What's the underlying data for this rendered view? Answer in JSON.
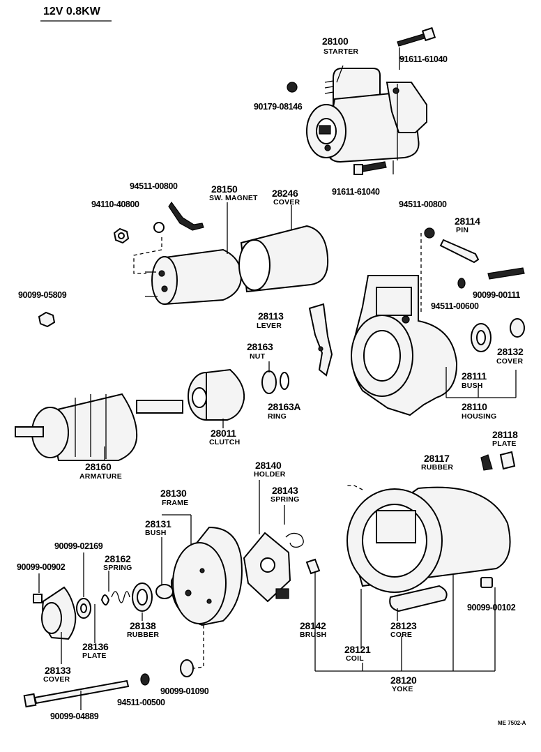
{
  "header": {
    "spec": "12V  0.8KW",
    "drawing_code": "ME 7502-A"
  },
  "parts": [
    {
      "id": "starter",
      "number": "28100",
      "name": "STARTER"
    },
    {
      "id": "bolt-top",
      "number": "91611-61040",
      "name": ""
    },
    {
      "id": "nut-90179",
      "number": "90179-08146",
      "name": ""
    },
    {
      "id": "bolt-bot",
      "number": "91611-61040",
      "name": ""
    },
    {
      "id": "washer-94511a",
      "number": "94511-00800",
      "name": ""
    },
    {
      "id": "magnet",
      "number": "28150",
      "name": "SW. MAGNET"
    },
    {
      "id": "cover-28246",
      "number": "28246",
      "name": "COVER"
    },
    {
      "id": "nut-94110",
      "number": "94110-40800",
      "name": ""
    },
    {
      "id": "washer-94511b",
      "number": "94511-00800",
      "name": ""
    },
    {
      "id": "pin",
      "number": "28114",
      "name": "PIN"
    },
    {
      "id": "nut-90099a",
      "number": "90099-05809",
      "name": ""
    },
    {
      "id": "bolt-90099",
      "number": "90099-00111",
      "name": ""
    },
    {
      "id": "washer-94511c",
      "number": "94511-00600",
      "name": ""
    },
    {
      "id": "lever",
      "number": "28113",
      "name": "LEVER"
    },
    {
      "id": "nut-28163",
      "number": "28163",
      "name": "NUT"
    },
    {
      "id": "ring",
      "number": "28163A",
      "name": "RING"
    },
    {
      "id": "bush-28111",
      "number": "28111",
      "name": "BUSH"
    },
    {
      "id": "cover-28132",
      "number": "28132",
      "name": "COVER"
    },
    {
      "id": "housing",
      "number": "28110",
      "name": "HOUSING"
    },
    {
      "id": "clutch",
      "number": "28011",
      "name": "CLUTCH"
    },
    {
      "id": "armature",
      "number": "28160",
      "name": "ARMATURE"
    },
    {
      "id": "plate-28118",
      "number": "28118",
      "name": "PLATE"
    },
    {
      "id": "rubber-28117",
      "number": "28117",
      "name": "RUBBER"
    },
    {
      "id": "holder",
      "number": "28140",
      "name": "HOLDER"
    },
    {
      "id": "spring-28143",
      "number": "28143",
      "name": "SPRING"
    },
    {
      "id": "frame",
      "number": "28130",
      "name": "FRAME"
    },
    {
      "id": "bush-28131",
      "number": "28131",
      "name": "BUSH"
    },
    {
      "id": "washer-90099b",
      "number": "90099-02169",
      "name": ""
    },
    {
      "id": "spring-28162",
      "number": "28162",
      "name": "SPRING"
    },
    {
      "id": "screw-90099c",
      "number": "90099-00902",
      "name": ""
    },
    {
      "id": "rubber-28138",
      "number": "28138",
      "name": "RUBBER"
    },
    {
      "id": "plate-28136",
      "number": "28136",
      "name": "PLATE"
    },
    {
      "id": "cover-28133",
      "number": "28133",
      "name": "COVER"
    },
    {
      "id": "brush",
      "number": "28142",
      "name": "BRUSH"
    },
    {
      "id": "core",
      "number": "28123",
      "name": "CORE"
    },
    {
      "id": "coil",
      "number": "28121",
      "name": "COIL"
    },
    {
      "id": "screw-90099d",
      "number": "90099-00102",
      "name": ""
    },
    {
      "id": "yoke",
      "number": "28120",
      "name": "YOKE"
    },
    {
      "id": "washer-94511d",
      "number": "94511-00500",
      "name": ""
    },
    {
      "id": "washer-90099e",
      "number": "90099-01090",
      "name": ""
    },
    {
      "id": "bolt-90099f",
      "number": "90099-04889",
      "name": ""
    }
  ]
}
